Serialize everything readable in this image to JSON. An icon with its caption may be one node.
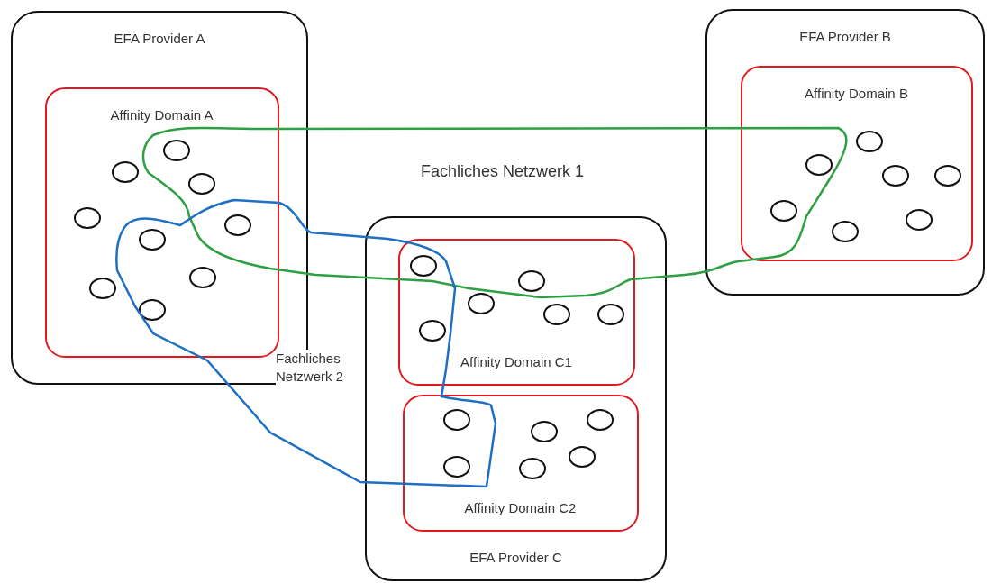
{
  "diagram": {
    "nodes": [
      {
        "text": [
          "EFA Provider A"
        ]
      },
      {
        "text": [
          "Affinity Domain A"
        ],
        "in": 0
      },
      {
        "text": [],
        "shape": "circle",
        "in": 1
      },
      {
        "text": [],
        "shape": "circle",
        "in": 1
      },
      {
        "text": [],
        "shape": "circle",
        "in": 1
      },
      {
        "text": [],
        "shape": "circle",
        "in": 1
      },
      {
        "text": [],
        "shape": "circle",
        "in": 1
      },
      {
        "text": [],
        "shape": "circle",
        "in": 1
      },
      {
        "text": [],
        "shape": "circle",
        "in": 1
      },
      {
        "text": [],
        "shape": "circle",
        "in": 1
      },
      {
        "text": [],
        "shape": "circle",
        "in": 1
      },
      {
        "text": [
          "EFA Provider B"
        ]
      },
      {
        "text": [
          "Affinity Domain B"
        ],
        "in": 11
      },
      {
        "text": [],
        "shape": "circle",
        "in": 12
      },
      {
        "text": [],
        "shape": "circle",
        "in": 12
      },
      {
        "text": [],
        "shape": "circle",
        "in": 12
      },
      {
        "text": [],
        "shape": "circle",
        "in": 12
      },
      {
        "text": [],
        "shape": "circle",
        "in": 12
      },
      {
        "text": [],
        "shape": "circle",
        "in": 12
      },
      {
        "text": [],
        "shape": "circle",
        "in": 12
      },
      {
        "text": [
          "EFA Provider C"
        ]
      },
      {
        "text": [
          "Affinity Domain C1"
        ],
        "in": 20
      },
      {
        "text": [],
        "shape": "circle",
        "in": 21
      },
      {
        "text": [],
        "shape": "circle",
        "in": 21
      },
      {
        "text": [],
        "shape": "circle",
        "in": 21
      },
      {
        "text": [],
        "shape": "circle",
        "in": 21
      },
      {
        "text": [],
        "shape": "circle",
        "in": 21
      },
      {
        "text": [],
        "shape": "circle",
        "in": 21
      },
      {
        "text": [
          "Affinity Domain C2"
        ],
        "in": 20
      },
      {
        "text": [],
        "shape": "circle",
        "in": 28
      },
      {
        "text": [],
        "shape": "circle",
        "in": 28
      },
      {
        "text": [],
        "shape": "circle",
        "in": 28
      },
      {
        "text": [],
        "shape": "circle",
        "in": 28
      },
      {
        "text": [],
        "shape": "circle",
        "in": 28
      },
      {
        "text": [],
        "shape": "circle",
        "in": 28
      }
    ],
    "labels": [
      "Fachliches Netzwerk 1",
      "Fachliches Netzwerk 2"
    ]
  }
}
